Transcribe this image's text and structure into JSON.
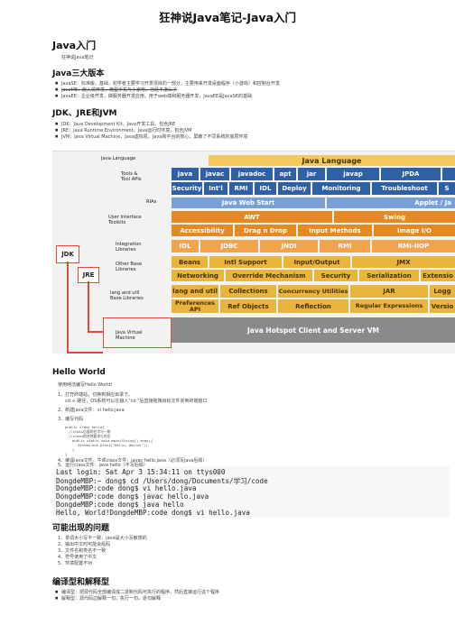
{
  "doc": {
    "title": "狂神说Java笔记-Java入门",
    "section_intro": "Java入门",
    "intro_line": "狂神说Java笔记",
    "section_versions": "Java三大版本",
    "versions": [
      "JavaSE：标准版，基础，初学者主要学习开发项目的一部分，主要用来开发桌面程序（小游戏）和控制台开发",
      "JavaME：嵌入式开发，微型手机与小家电，已经不怎么了",
      "JavaEE：企业级开发，做服务器开发应用，用于web端和服务器开发，JavaEE是JavaSE的基础"
    ],
    "section_jdk": "JDK、JRE和JVM",
    "jdk_items": [
      "JDK：Java Development Kit，Java开发工具，包含JRE",
      "JRE：Java Runtime Environment，Java运行时环境，包含JVM",
      "JVM：Java Virtual Machine，Java虚拟机，Java跨平台的核心，屏蔽了不同系统的底层环境"
    ],
    "section_hello": "Hello World",
    "hello_intro": "使用纯洁编写Hello World！",
    "hello_steps": [
      "1、打开终端站，切换到相应目录下。",
      "cd + 路径，OS系统可以在输入\"cd \"后直接拖拽目标文件夹到终端窗口",
      "2、新建java文件：vi hello.java",
      "3、编写代码"
    ],
    "code_lines": [
      "public class hello{",
      "//class后面的名字与一致",
      "//class的名称要求与对应",
      "public static void main(String[] args){",
      "System.out.print(\"Hello, World!\");",
      "}",
      "}"
    ],
    "hello_steps2": [
      "4、编译java文件，生成class文件：javac hello.java（必须写java后缀）",
      "5、运行class文件：java hello（不写后缀）"
    ],
    "terminal_lines": [
      "Last login: Sat Apr  3 15:34:11 on ttys000",
      "DongdeMBP:~ dong$ cd /Users/dong/Documents/学习/code",
      "DongdeMBP:code dong$ vi hello.java",
      "DongdeMBP:code dong$ javac hello.java",
      "DongdeMBP:code dong$ java hello",
      "Hello, World!DongdeMBP:code dong$ vi hello.java"
    ],
    "section_problems": "可能出现的问题",
    "problems": [
      "1、单词大小写不一致，java是大小写敏感的",
      "2、输出中文时可能会乱码",
      "3、文件名和类名不一致",
      "4、符号使用了中文",
      "5、环境配置不对"
    ],
    "section_compile": "编译型和解释型",
    "compile_items": [
      "编译型：把源代码全部编译成二进制代码可执行的程序，然后直接运行这个程序",
      "解释型：源代码边解释一句，执行一句，逐句解释"
    ]
  },
  "diagram": {
    "java_language_top": "Java Language",
    "java_language_left": "Java Language",
    "tools_label": "Tools &\nTool APIs",
    "tools_row1": [
      "java",
      "javac",
      "javadoc",
      "apt",
      "jar",
      "javap",
      "JPDA"
    ],
    "tools_row2": [
      "Security",
      "Int'l",
      "RMI",
      "IDL",
      "Deploy",
      "Monitoring",
      "Troubleshoot",
      "S"
    ],
    "ria_label": "RIAs",
    "ria_row": [
      "Java Web Start",
      "Applet / Ja"
    ],
    "ui_label": "User Interface\nToolkits",
    "ui_row1": [
      "AWT",
      "Swing"
    ],
    "ui_row2": [
      "Accessibility",
      "Drag n Drop",
      "Input Methods",
      "Image I/O"
    ],
    "integration_label": "Integration\nLibraries",
    "integration_row": [
      "IDL",
      "JDBC",
      "JNDI",
      "RMI",
      "RMI-IIOP"
    ],
    "other_label": "Other Base\nLibraries",
    "other_row1": [
      "Beans",
      "Intl Support",
      "Input/Output",
      "JMX"
    ],
    "other_row2": [
      "Networking",
      "Override Mechanism",
      "Security",
      "Serialization",
      "Extensio"
    ],
    "lang_label": "lang and util\nBase Libraries",
    "lang_row1": [
      "lang and util",
      "Collections",
      "Concurrency Utilities",
      "JAR",
      "Logg"
    ],
    "lang_row2": [
      "Preferences API",
      "Ref Objects",
      "Reflection",
      "Regular Expressions",
      "Versio"
    ],
    "jvm_label": "Java Virtual\nMachine",
    "jvm_row": "Java Hotspot Client and Server VM",
    "jdk_tag": "JDK",
    "jre_tag": "JRE"
  },
  "colors": {
    "blue": "#2f5fa5",
    "orange": "#e58a22",
    "gold": "#e9b53a",
    "gray": "#8a8a8a",
    "highlight_red": "#e24b3b"
  }
}
